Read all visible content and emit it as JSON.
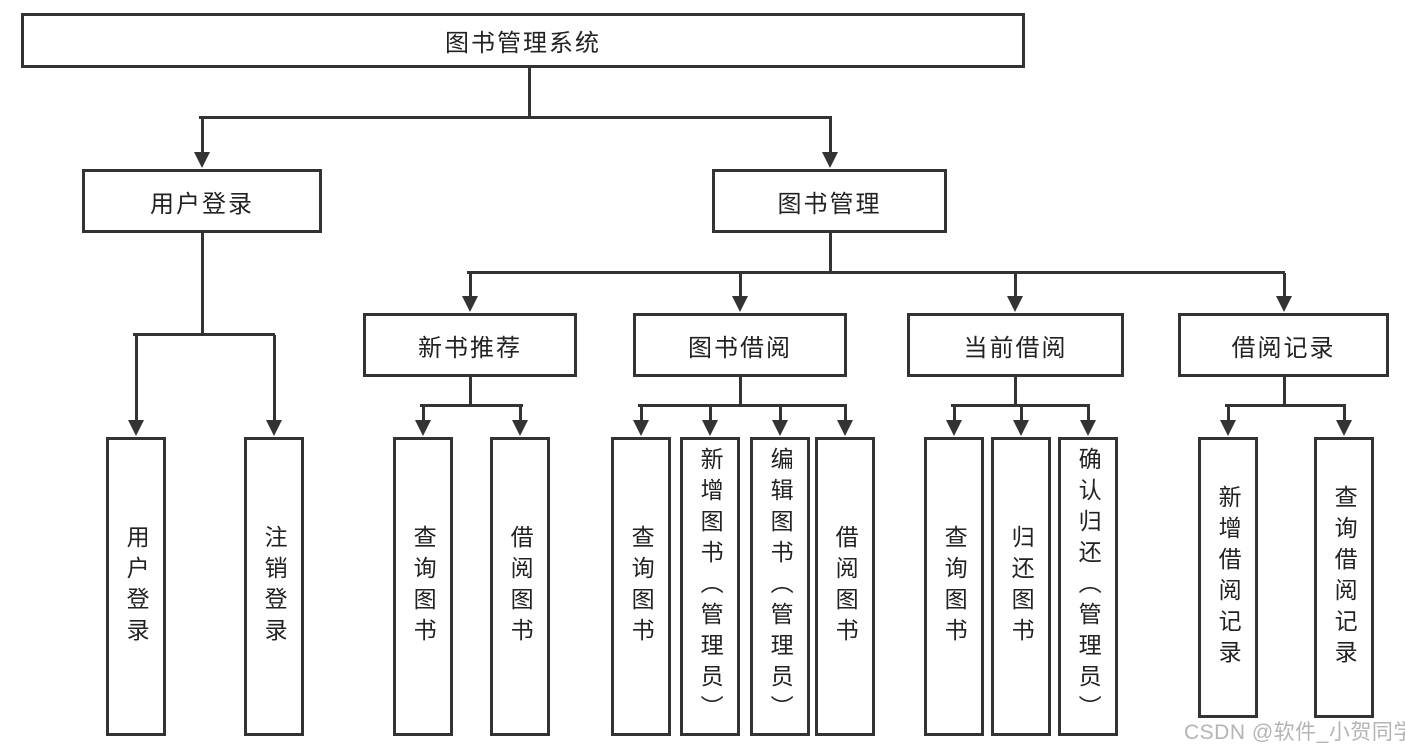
{
  "diagram": {
    "type": "hierarchy-tree",
    "colors": {
      "background": "#ffffff",
      "line": "#333333",
      "box_border": "#333333",
      "text": "#222222",
      "watermark": "#b4b4b4"
    },
    "tree": {
      "root": {
        "label": "图书管理系统",
        "children": [
          {
            "label": "用户登录",
            "children": [
              {
                "label": "用户登录"
              },
              {
                "label": "注销登录"
              }
            ]
          },
          {
            "label": "图书管理",
            "children": [
              {
                "label": "新书推荐",
                "children": [
                  {
                    "label": "查询图书"
                  },
                  {
                    "label": "借阅图书"
                  }
                ]
              },
              {
                "label": "图书借阅",
                "children": [
                  {
                    "label": "查询图书"
                  },
                  {
                    "label": "新增图书（管理员）"
                  },
                  {
                    "label": "编辑图书（管理员）"
                  },
                  {
                    "label": "借阅图书"
                  }
                ]
              },
              {
                "label": "当前借阅",
                "children": [
                  {
                    "label": "查询图书"
                  },
                  {
                    "label": "归还图书"
                  },
                  {
                    "label": "确认归还（管理员）"
                  }
                ]
              },
              {
                "label": "借阅记录",
                "children": [
                  {
                    "label": "新增借阅记录"
                  },
                  {
                    "label": "查询借阅记录"
                  }
                ]
              }
            ]
          }
        ]
      }
    },
    "watermark": {
      "text": "CSDN @软件_小贺同学"
    }
  }
}
